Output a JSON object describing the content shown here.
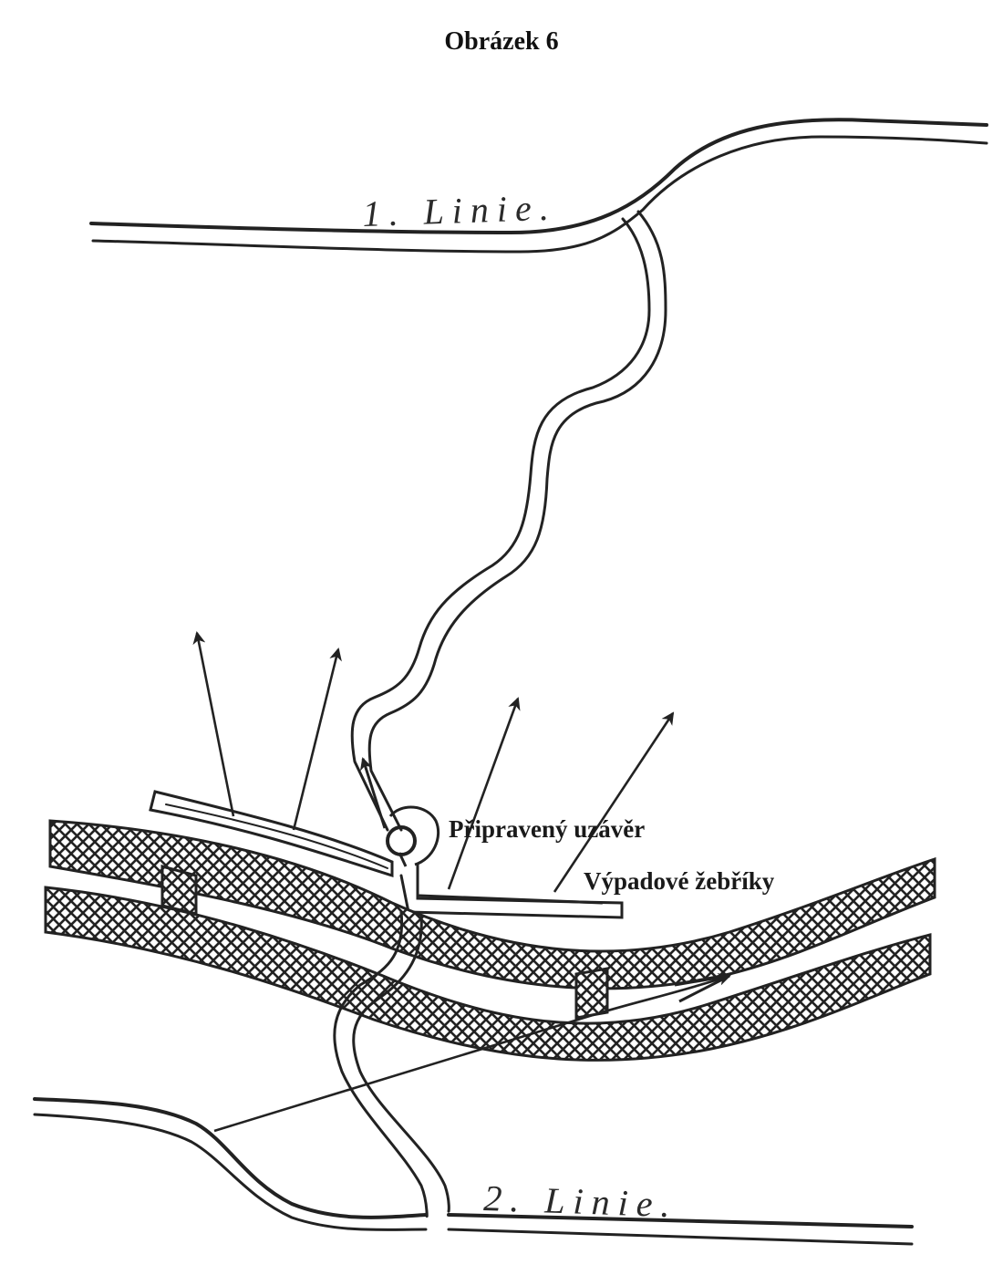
{
  "title": "Obrázek 6",
  "labels": {
    "line_1": "1. Linie.",
    "line_2": "2. Linie.",
    "prepared_barrier": "Připravený uzávěr",
    "sally_ladders": "Výpadové žebříky"
  },
  "colors": {
    "ink": "#222222",
    "paper": "#ffffff"
  }
}
